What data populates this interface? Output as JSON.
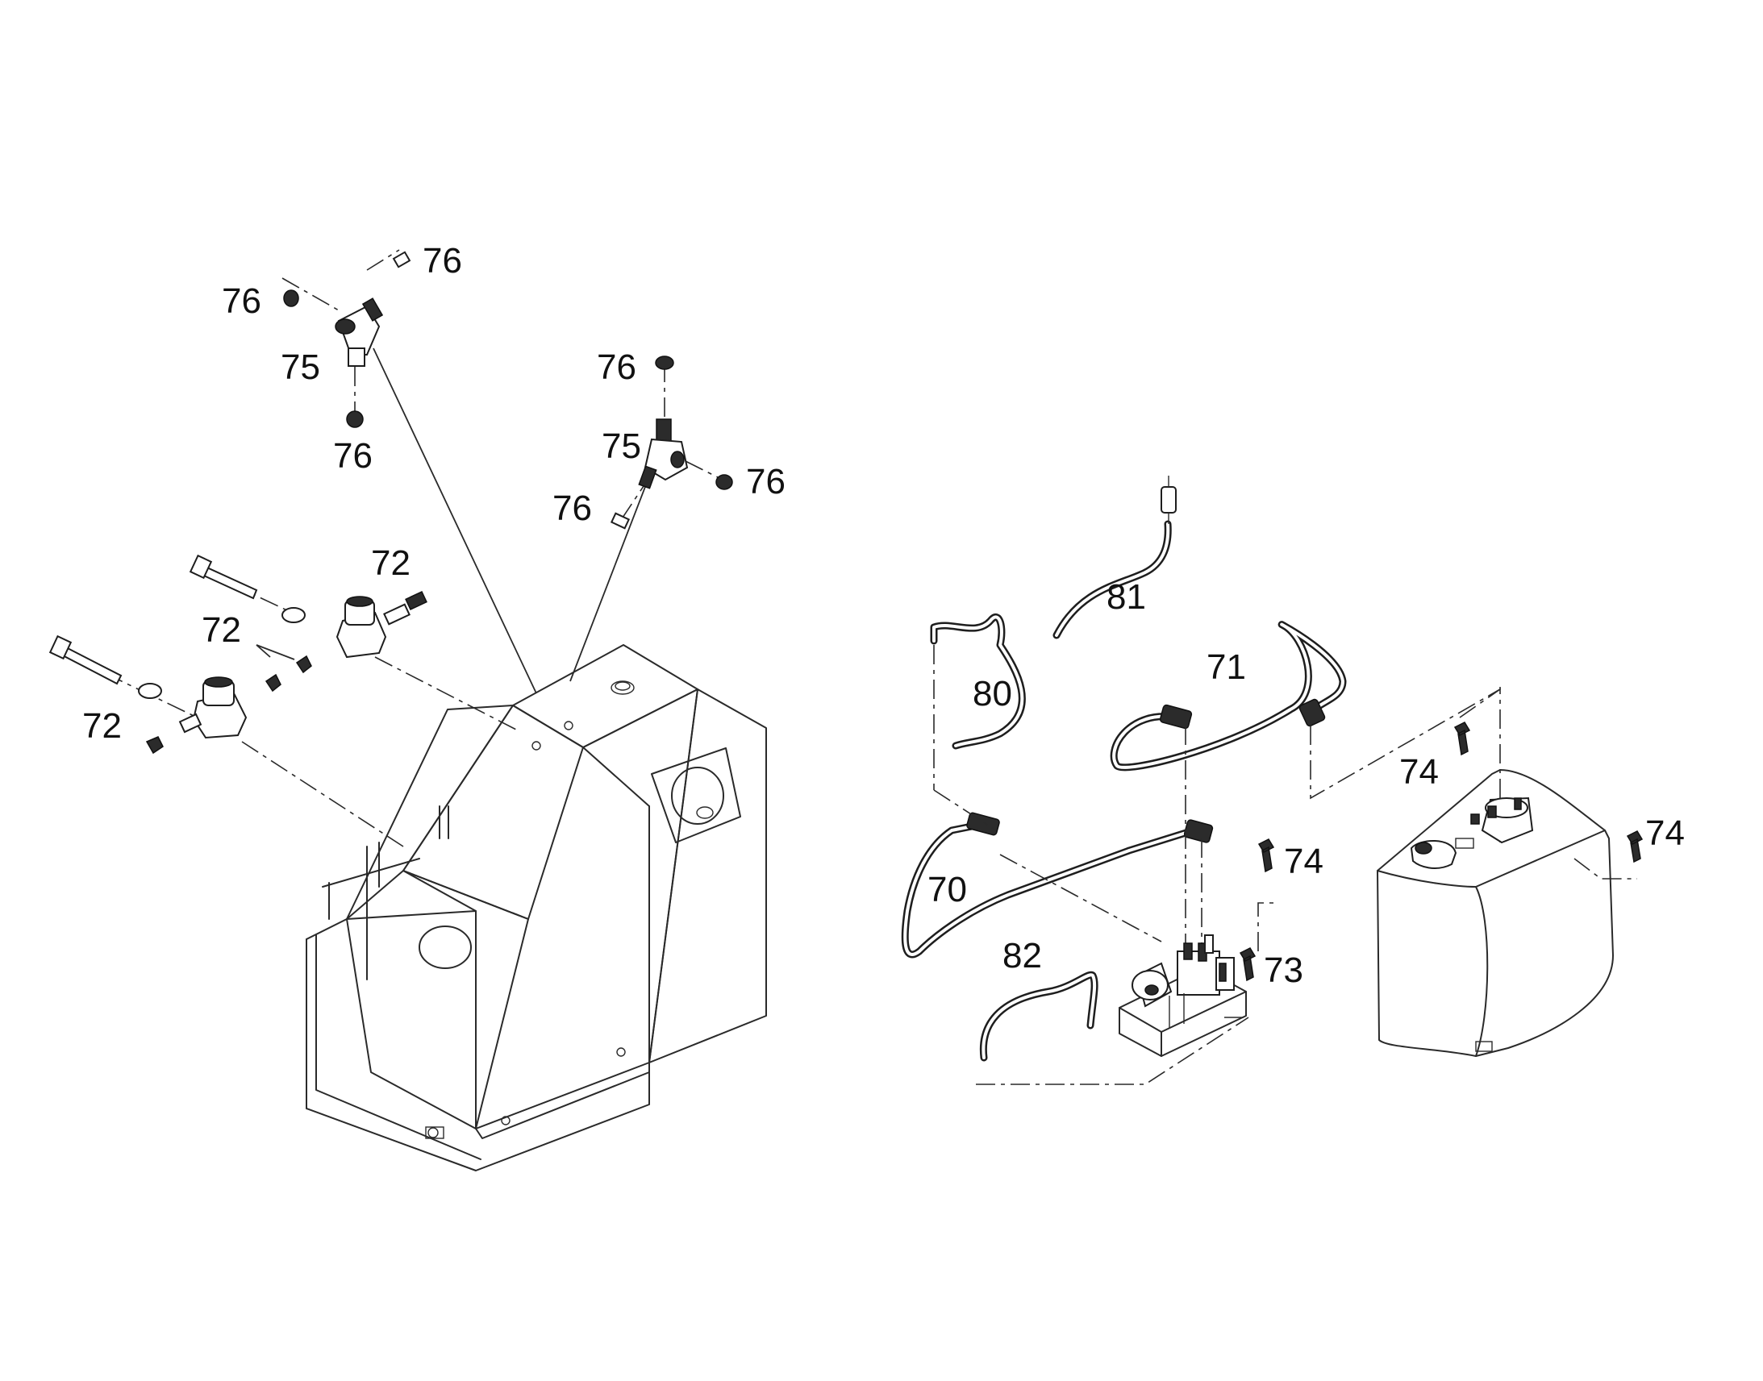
{
  "callouts": {
    "c76_top_right": "76",
    "c76_top_left": "76",
    "c75_upper": "75",
    "c76_upper_bottom": "76",
    "c76_mid_top": "76",
    "c75_mid": "75",
    "c76_mid_right": "76",
    "c76_mid_left": "76",
    "c72_top": "72",
    "c72_middle": "72",
    "c72_left": "72",
    "c81": "81",
    "c71": "71",
    "c80": "80",
    "c74_tank_top": "74",
    "c74_tank_right": "74",
    "c74_pump": "74",
    "c70": "70",
    "c82": "82",
    "c73": "73"
  },
  "colors": {
    "line": "#2a2a2a",
    "text": "#111111",
    "background": "#ffffff"
  }
}
